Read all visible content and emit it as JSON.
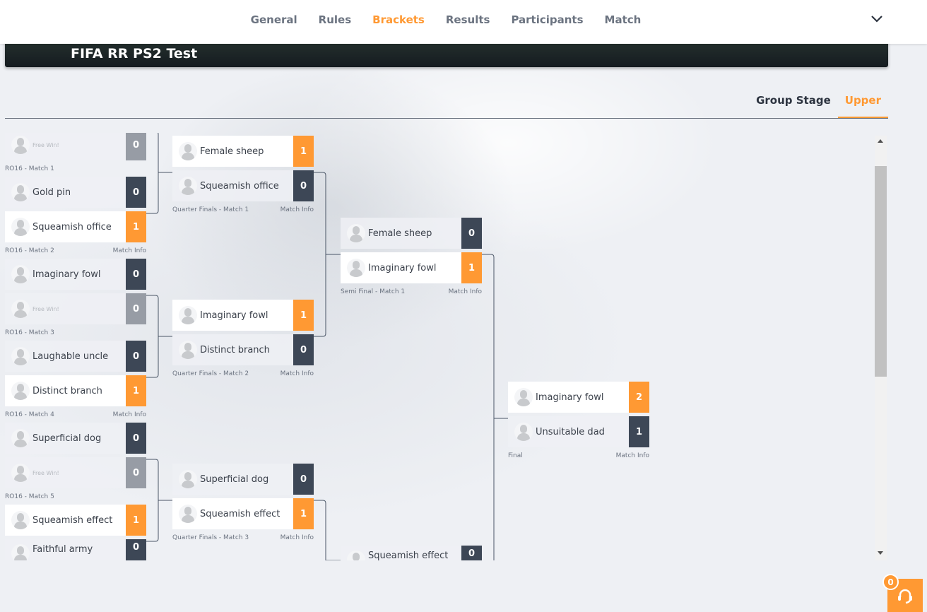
{
  "event_title": "FIFA RR PS2 Test",
  "nav": [
    "General",
    "Rules",
    "Brackets",
    "Results",
    "Participants",
    "Match"
  ],
  "nav_active": 2,
  "bracket_tabs": [
    "Group Stage",
    "Upper"
  ],
  "bracket_tab_active": 1,
  "match_info_label": "Match Info",
  "support_badge": "0",
  "colors": {
    "accent": "#ff9933",
    "score_dark": "#3d4756",
    "score_free": "#979ca5"
  },
  "rounds": [
    {
      "name": "RO16",
      "matches": [
        {
          "label": "RO16 - Match 1",
          "info": false,
          "rows": [
            null,
            {
              "name": "Free Win!",
              "score": "0",
              "free": true
            }
          ]
        },
        {
          "label": "RO16 - Match 2",
          "info": true,
          "rows": [
            {
              "name": "Gold pin",
              "score": "0"
            },
            {
              "name": "Squeamish office",
              "score": "1",
              "win": true
            }
          ]
        },
        {
          "label": "RO16 - Match 3",
          "info": false,
          "rows": [
            {
              "name": "Imaginary fowl",
              "score": "0"
            },
            {
              "name": "Free Win!",
              "score": "0",
              "free": true
            }
          ]
        },
        {
          "label": "RO16 - Match 4",
          "info": true,
          "rows": [
            {
              "name": "Laughable uncle",
              "score": "0"
            },
            {
              "name": "Distinct branch",
              "score": "1",
              "win": true
            }
          ]
        },
        {
          "label": "RO16 - Match 5",
          "info": false,
          "rows": [
            {
              "name": "Superficial dog",
              "score": "0"
            },
            {
              "name": "Free Win!",
              "score": "0",
              "free": true
            }
          ]
        },
        {
          "label": null,
          "info": false,
          "rows": [
            {
              "name": "Squeamish effect",
              "score": "1",
              "win": true
            },
            {
              "name": "Faithful army",
              "score": "0"
            }
          ]
        }
      ]
    },
    {
      "name": "Quarter Finals",
      "matches": [
        {
          "label": "Quarter Finals - Match 1",
          "info": true,
          "rows": [
            {
              "name": "Female sheep",
              "score": "1",
              "win": true
            },
            {
              "name": "Squeamish office",
              "score": "0"
            }
          ]
        },
        {
          "label": "Quarter Finals - Match 2",
          "info": true,
          "rows": [
            {
              "name": "Imaginary fowl",
              "score": "1",
              "win": true
            },
            {
              "name": "Distinct branch",
              "score": "0"
            }
          ]
        },
        {
          "label": "Quarter Finals - Match 3",
          "info": true,
          "rows": [
            {
              "name": "Superficial dog",
              "score": "0"
            },
            {
              "name": "Squeamish effect",
              "score": "1",
              "win": true
            }
          ]
        }
      ]
    },
    {
      "name": "Semi Final",
      "matches": [
        {
          "label": "Semi Final - Match 1",
          "info": true,
          "rows": [
            {
              "name": "Female sheep",
              "score": "0"
            },
            {
              "name": "Imaginary fowl",
              "score": "1",
              "win": true
            }
          ]
        },
        {
          "label": null,
          "info": false,
          "rows": [
            {
              "name": "Squeamish effect",
              "score": "0"
            },
            null
          ]
        }
      ]
    },
    {
      "name": "Final",
      "matches": [
        {
          "label": "Final",
          "info": true,
          "rows": [
            {
              "name": "Imaginary fowl",
              "score": "2",
              "win": true
            },
            {
              "name": "Unsuitable dad",
              "score": "1"
            }
          ]
        }
      ]
    }
  ]
}
